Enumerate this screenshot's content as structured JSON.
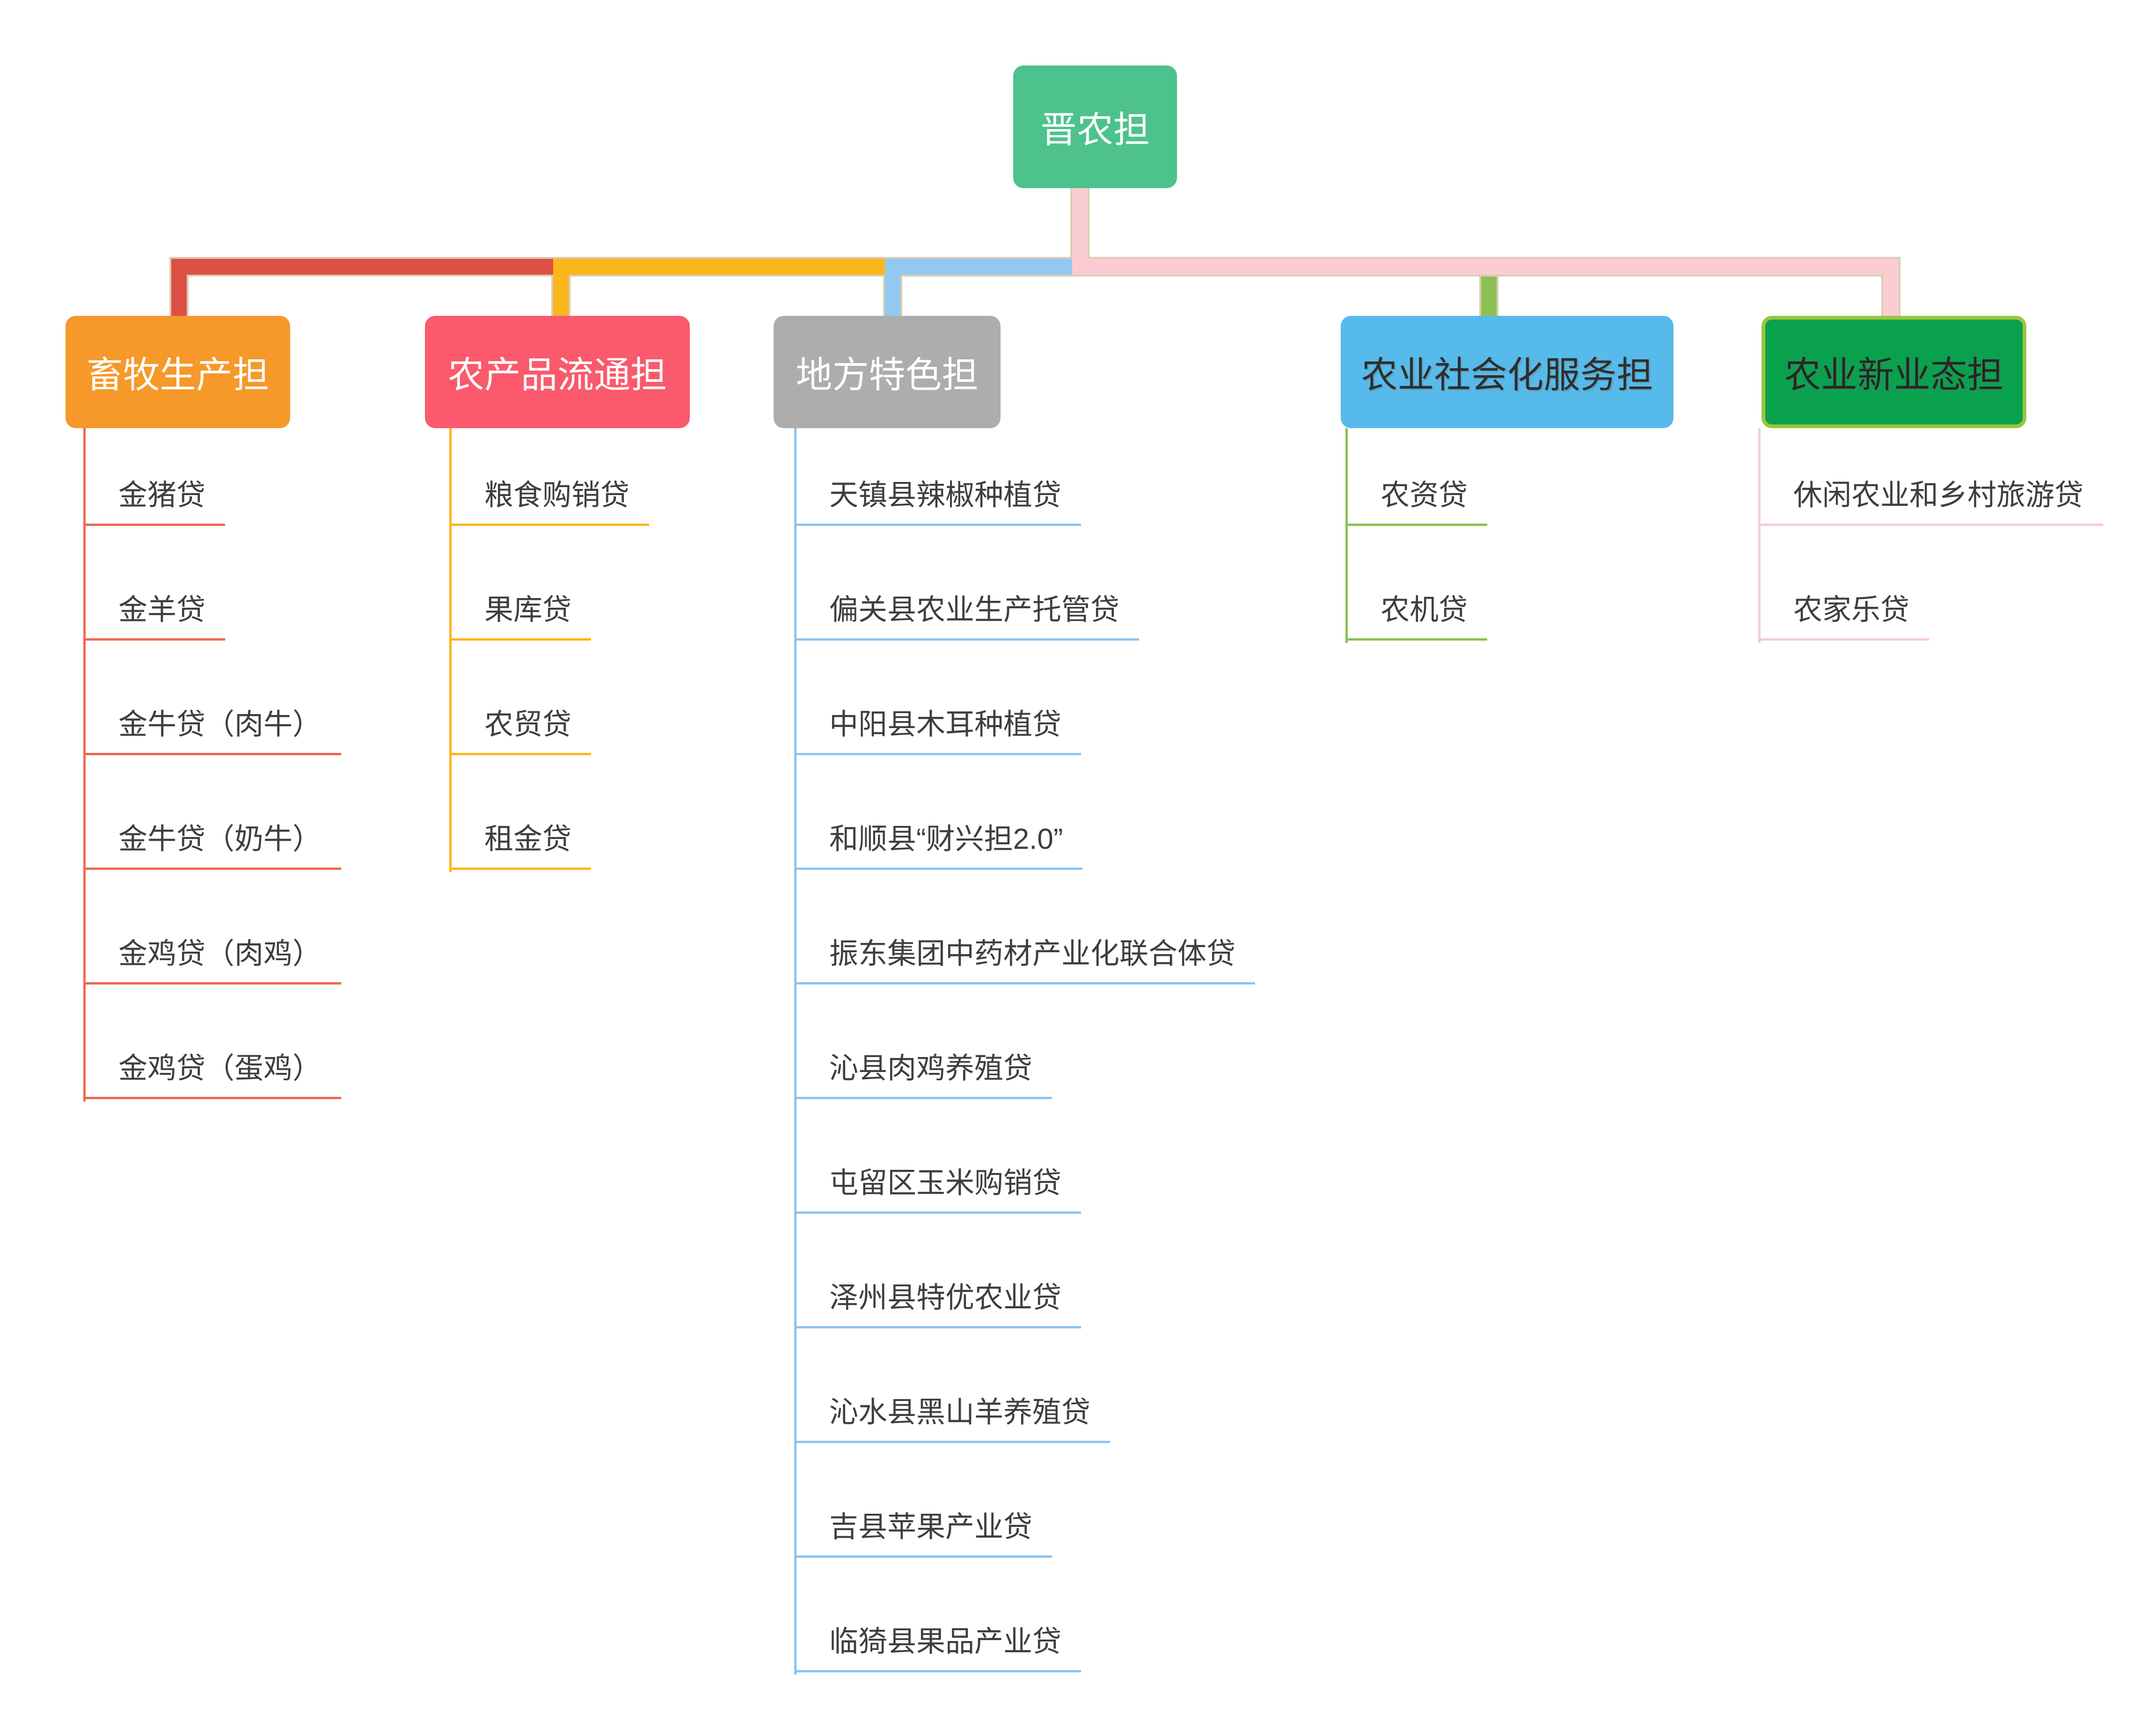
{
  "diagram_title": "晋农担",
  "root": {
    "label": "晋农担",
    "color": "#4EC28C",
    "text_color": "#FFFFFF"
  },
  "connector_outline_color": "#DBCDB4",
  "child_text_color": "#3E3E3E",
  "background_color": "#FFFFFF",
  "branches": [
    {
      "label": "畜牧生产担",
      "box_color": "#F6982A",
      "label_color": "#FFFFFF",
      "bar_color": "#DC5045",
      "line_color": "#ED6A52",
      "children": [
        "金猪贷",
        "金羊贷",
        "金牛贷（肉牛）",
        "金牛贷（奶牛）",
        "金鸡贷（肉鸡）",
        "金鸡贷（蛋鸡）"
      ]
    },
    {
      "label": "农产品流通担",
      "box_color": "#FA5A6C",
      "label_color": "#FFFFFF",
      "bar_color": "#FBB61B",
      "line_color": "#FDB515",
      "children": [
        "粮食购销贷",
        "果库贷",
        "农贸贷",
        "租金贷"
      ]
    },
    {
      "label": "地方特色担",
      "box_color": "#ADADAD",
      "label_color": "#FFFFFF",
      "bar_color": "#93C8F2",
      "line_color": "#8CC4F2",
      "children": [
        "天镇县辣椒种植贷",
        "偏关县农业生产托管贷",
        "中阳县木耳种植贷",
        "和顺县“财兴担2.0”",
        "振东集团中药材产业化联合体贷",
        "沁县肉鸡养殖贷",
        "屯留区玉米购销贷",
        "泽州县特优农业贷",
        "沁水县黑山羊养殖贷",
        "吉县苹果产业贷",
        "临猗县果品产业贷"
      ]
    },
    {
      "label": "农业社会化服务担",
      "box_color": "#56BAEA",
      "label_color": "#2E2E2E",
      "bar_color": "#8CC152",
      "line_color": "#8CC152",
      "children": [
        "农资贷",
        "农机贷"
      ]
    },
    {
      "label": "农业新业态担",
      "box_color": "#0AA14E",
      "box_border_color": "#9BC53D",
      "label_color": "#262626",
      "bar_color": "#FBCDD2",
      "line_color": "#F9CBD0",
      "children": [
        "休闲农业和乡村旅游贷",
        "农家乐贷"
      ]
    }
  ]
}
